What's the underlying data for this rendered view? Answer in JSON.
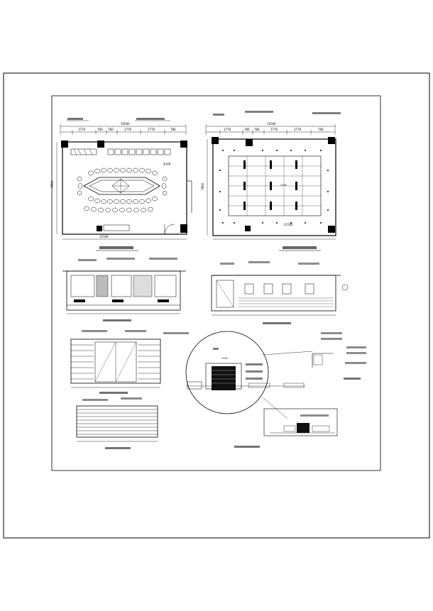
{
  "plan_left": {
    "top_dims": [
      "1770",
      "780",
      "780",
      "1770",
      "1770",
      "780"
    ],
    "overall_dim": "10500",
    "side_dim": "7800",
    "bottom_dim": "11500"
  },
  "plan_right": {
    "top_dims": [
      "1770",
      "780",
      "780",
      "1770",
      "1770",
      "780"
    ],
    "overall_dim": "10500",
    "grid_label": "2700",
    "side_dim": "7800",
    "bottom_dim": "11500"
  },
  "detail": {
    "dim_label": "1150"
  }
}
